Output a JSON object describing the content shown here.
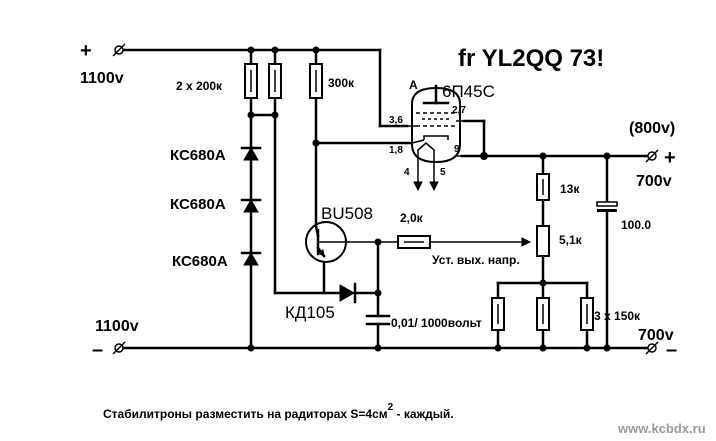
{
  "title": "fr YL2QQ 73!",
  "terminals": {
    "input_voltage_top": "1100v",
    "input_voltage_bottom": "1100v",
    "output_voltage_top": "700v",
    "output_voltage_bottom": "700v",
    "output_voltage_unloaded": "(800v)",
    "plus_sign": "+",
    "minus_sign": "–"
  },
  "components": {
    "r_divider_pair": "2 x 200к",
    "r_base_feed": "300к",
    "zener_1": "КС680А",
    "zener_2": "КС680А",
    "zener_3": "КС680А",
    "transistor": "BU508",
    "diode": "КД105",
    "capacitor_bypass": "0,01/ 1000вольт",
    "r_adjust_series": "2,0к",
    "r_upper_divider": "13к",
    "pot_divider": "5,1к",
    "adjust_label": "Уст. вых. напр.",
    "r_load_triple": "3 x 150к",
    "capacitor_output": "100.0",
    "tube": "6П45С",
    "tube_pins": {
      "anode": "А",
      "grids_36": "3,6",
      "grids_27": "2,7",
      "cathode_18": "1,8",
      "pin_9": "9",
      "pin_4": "4",
      "pin_5": "5"
    }
  },
  "note": {
    "text_main": "Стабилитроны разместить на радиторах S=4см",
    "superscript": "2",
    "text_tail": " - каждый."
  },
  "watermark": "www.kcbdx.ru"
}
